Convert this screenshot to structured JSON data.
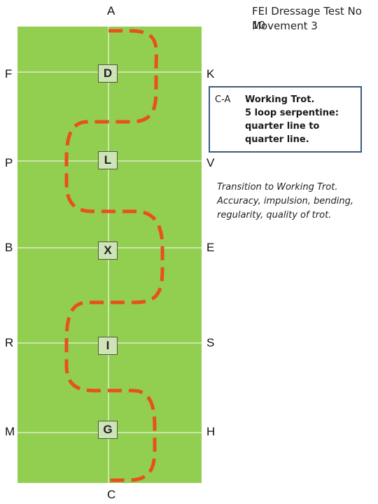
{
  "title": {
    "line1": "FEI Dressage Test No 10",
    "line2": "Movement 3"
  },
  "arena": {
    "field_color": "#92cf50",
    "path_color": "#e8501c",
    "marker_fill": "#cfe3b8",
    "end_letters": {
      "top": "A",
      "bottom": "C"
    },
    "left_letters": [
      "F",
      "P",
      "B",
      "R",
      "M"
    ],
    "right_letters": [
      "K",
      "V",
      "E",
      "S",
      "H"
    ],
    "centre_markers": [
      "D",
      "L",
      "X",
      "I",
      "G"
    ]
  },
  "movement": {
    "code": "C-A",
    "lines": [
      "Working Trot.",
      "5 loop serpentine:",
      "quarter line to",
      "quarter line."
    ]
  },
  "directive": {
    "lines": [
      "Transition to Working Trot.",
      "Accuracy, impulsion, bending,",
      "regularity, quality of trot."
    ]
  }
}
